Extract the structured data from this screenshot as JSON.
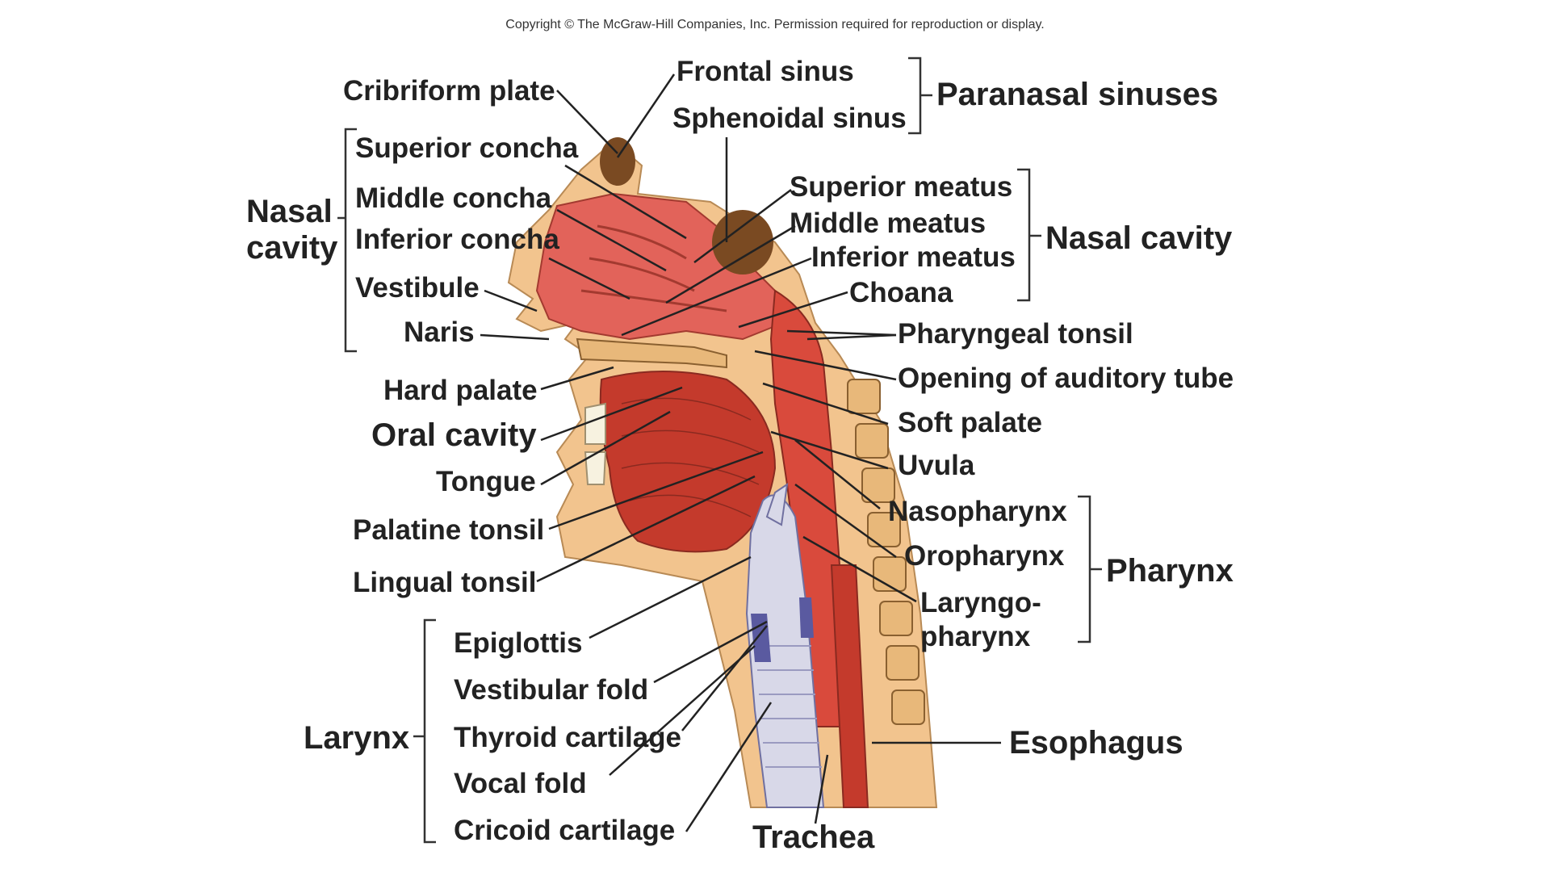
{
  "copyright": "Copyright © The McGraw-Hill Companies, Inc. Permission required for reproduction or display.",
  "colors": {
    "skin": "#f2c48e",
    "muscle": "#d94a3c",
    "mucosa": "#e2635a",
    "bone": "#e8b87a",
    "cartilage": "#d8d8e8",
    "sinus": "#7a4a22",
    "background": "#ffffff"
  },
  "labels": {
    "cribriform_plate": "Cribriform plate",
    "frontal_sinus": "Frontal sinus",
    "sphenoidal_sinus": "Sphenoidal sinus",
    "paranasal_sinuses": "Paranasal sinuses",
    "superior_concha": "Superior concha",
    "middle_concha": "Middle concha",
    "inferior_concha": "Inferior concha",
    "vestibule": "Vestibule",
    "naris": "Naris",
    "nasal_cavity_left": [
      "Nasal",
      "cavity"
    ],
    "superior_meatus": "Superior meatus",
    "middle_meatus": "Middle meatus",
    "inferior_meatus": "Inferior meatus",
    "choana": "Choana",
    "nasal_cavity_right": "Nasal cavity",
    "pharyngeal_tonsil": "Pharyngeal tonsil",
    "opening_auditory_tube": "Opening of auditory tube",
    "hard_palate": "Hard palate",
    "oral_cavity": "Oral cavity",
    "tongue": "Tongue",
    "soft_palate": "Soft palate",
    "uvula": "Uvula",
    "palatine_tonsil": "Palatine tonsil",
    "lingual_tonsil": "Lingual tonsil",
    "nasopharynx": "Nasopharynx",
    "oropharynx": "Oropharynx",
    "laryngopharynx": [
      "Laryngo-",
      "pharynx"
    ],
    "pharynx": "Pharynx",
    "epiglottis": "Epiglottis",
    "vestibular_fold": "Vestibular fold",
    "thyroid_cartilage": "Thyroid cartilage",
    "vocal_fold": "Vocal fold",
    "cricoid_cartilage": "Cricoid cartilage",
    "larynx": "Larynx",
    "esophagus": "Esophagus",
    "trachea": "Trachea"
  }
}
